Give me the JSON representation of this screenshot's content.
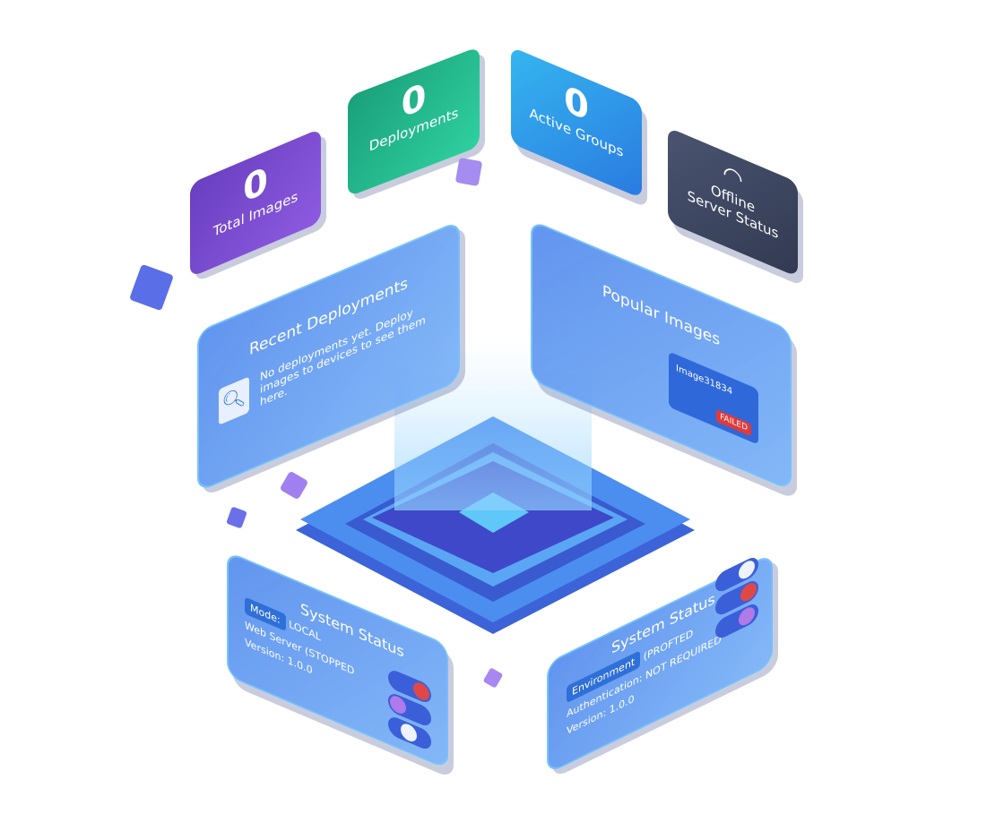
{
  "stats": [
    {
      "value": "0",
      "label": "Total Images",
      "color": "#7b4bd0"
    },
    {
      "value": "0",
      "label": "Deployments",
      "color": "#22b88c"
    },
    {
      "value": "0",
      "label": "Active Groups",
      "color": "#3098e8"
    },
    {
      "value": "",
      "label": "Offline",
      "sublabel": "Server Status",
      "icon": "wifi-icon",
      "color": "#3e4660"
    }
  ],
  "recent_deployments": {
    "title": "Recent Deployments",
    "empty_text": "No deployments yet. Deploy images to devices to see them here.",
    "icon": "search-icon"
  },
  "popular_images": {
    "title": "Popular Images",
    "item_name": "Image31834",
    "item_status": "FAILED",
    "status_color": "#e03a3a"
  },
  "system_status_left": {
    "title": "System Status",
    "mode_label": "Mode:",
    "mode_value": "LOCAL",
    "web_server": "Web Server (STOPPED",
    "version": "Version: 1.0.0"
  },
  "system_status_right": {
    "title": "System Status",
    "environment_label": "Environment",
    "environment_value": "(PROFTED",
    "authentication": "Authentication: NOT REQUIRED",
    "version": "Version: 1.0.0"
  }
}
